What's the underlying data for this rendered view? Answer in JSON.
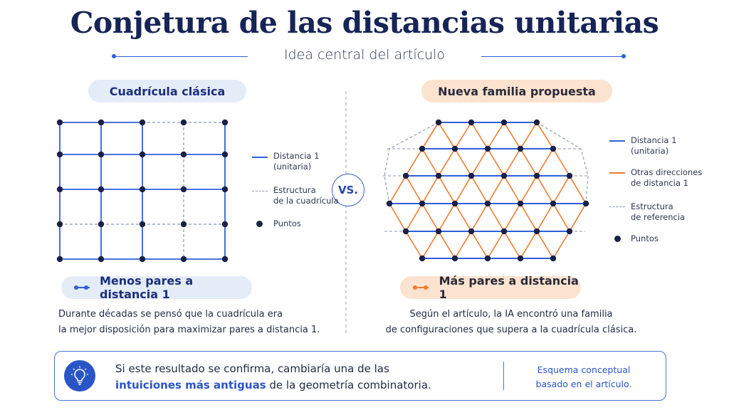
{
  "header": {
    "title": "Conjetura de las distancias unitarias",
    "subtitle": "Idea central del artículo"
  },
  "left_panel": {
    "pill_label": "Cuadrícula clásica",
    "legend": {
      "line_label_1": "Distancia 1",
      "line_label_2": "(unitaria)",
      "dash_label_1": "Estructura",
      "dash_label_2": "de la cuadrícula",
      "dot_label": "Puntos"
    },
    "result_label": "Menos pares a distancia 1",
    "description_1": "Durante décadas se pensó que la cuadrícula era",
    "description_2": "la mejor disposición para maximizar pares a distancia 1."
  },
  "vs_label": "VS.",
  "right_panel": {
    "pill_label": "Nueva familia propuesta",
    "legend": {
      "blue_label_1": "Distancia 1",
      "blue_label_2": "(unitaria)",
      "orange_label_1": "Otras direcciones",
      "orange_label_2": "de distancia 1",
      "dash_label_1": "Estructura",
      "dash_label_2": "de referencia",
      "dot_label": "Puntos"
    },
    "result_label": "Más pares a distancia 1",
    "description_1": "Según el artículo, la IA encontró una familia",
    "description_2": "de configuraciones que supera a la cuadrícula clásica."
  },
  "footer": {
    "text_before": "Si este resultado se confirma, cambiaría una de las",
    "highlight": "intuiciones más antiguas",
    "text_after": " de la geometría combinatoria.",
    "note_1": "Esquema conceptual",
    "note_2": "basado en el artículo."
  },
  "colors": {
    "navy": "#172456",
    "blue": "#2f5fd8",
    "orange": "#f07b2f",
    "dash_gray": "#8a96ad",
    "point": "#1a2147"
  },
  "icons": {
    "center": "vs-badge",
    "bottom": "lightbulb-icon"
  }
}
